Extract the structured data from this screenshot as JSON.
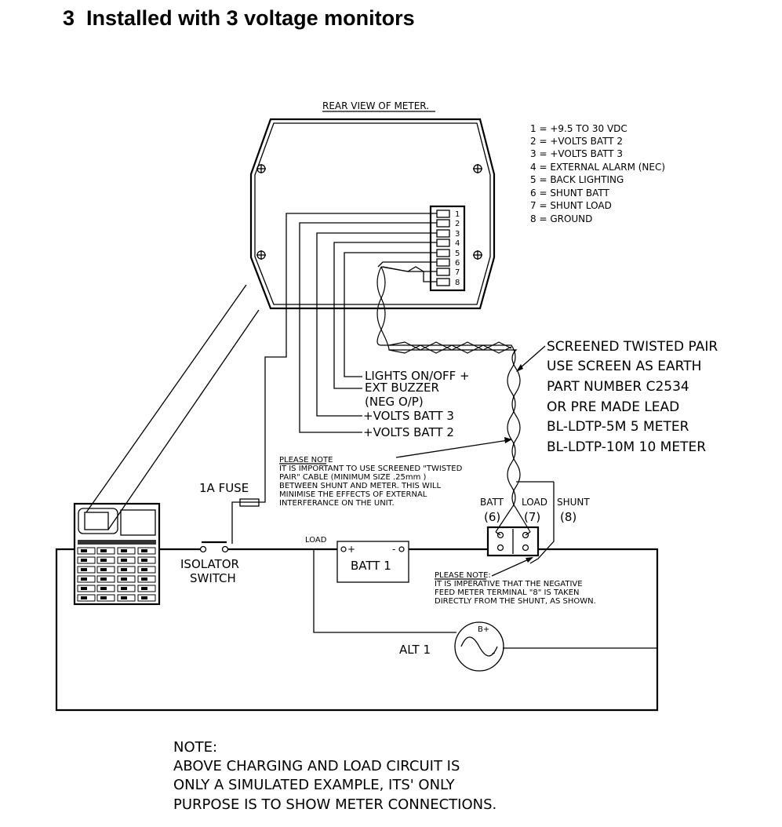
{
  "heading": {
    "number": "3",
    "text": "Installed with 3 voltage monitors"
  },
  "meter": {
    "title": "REAR VIEW OF METER.",
    "terminal_numbers": [
      "1",
      "2",
      "3",
      "4",
      "5",
      "6",
      "7",
      "8"
    ]
  },
  "legend": [
    "1 = +9.5 TO 30 VDC",
    "2 = +VOLTS BATT 2",
    "3 = +VOLTS BATT 3",
    "4 = EXTERNAL ALARM (NEC)",
    "5 = BACK LIGHTING",
    "6 = SHUNT BATT",
    "7 = SHUNT LOAD",
    "8 = GROUND"
  ],
  "wire_labels": {
    "lights": "LIGHTS ON/OFF +",
    "buzzer_1": "EXT BUZZER",
    "buzzer_2": "(NEG O/P)",
    "batt3": "+VOLTS BATT 3",
    "batt2": "+VOLTS BATT 2"
  },
  "twisted_pair_note": [
    "SCREENED TWISTED PAIR",
    "USE SCREEN AS EARTH",
    "PART NUMBER C2534",
    "OR PRE MADE LEAD",
    "BL-LDTP-5M 5 METER",
    "BL-LDTP-10M 10 METER"
  ],
  "please_note_1": [
    "PLEASE NOTE",
    "IT IS IMPORTANT TO USE SCREENED \"TWISTED",
    "PAIR\" CABLE (MINIMUM SIZE .25mm )",
    "BETWEEN SHUNT AND METER. THIS WILL",
    "MINIMISE THE EFFECTS OF EXTERNAL",
    "INTERFERANCE ON THE UNIT."
  ],
  "fuse_label": "1A FUSE",
  "isolator_label": [
    "ISOLATOR",
    "SWITCH"
  ],
  "load_label": "LOAD",
  "battery": {
    "label": "BATT 1",
    "pos": "+",
    "neg": "-"
  },
  "shunt_labels": {
    "batt": "BATT",
    "batt_num": "(6)",
    "load": "LOAD",
    "load_num": "(7)",
    "shunt": "SHUNT",
    "shunt_num": "(8)"
  },
  "please_note_2": [
    "PLEASE NOTE:",
    "IT IS IMPERATIVE THAT THE NEGATIVE",
    "FEED METER TERMINAL \"8\" IS TAKEN",
    "DIRECTLY FROM THE SHUNT, AS SHOWN."
  ],
  "alternator": {
    "label": "ALT 1",
    "bplus": "B+",
    "minus": "-"
  },
  "bottom_note": [
    "NOTE:",
    "ABOVE CHARGING AND LOAD CIRCUIT IS",
    "ONLY A SIMULATED EXAMPLE, ITS' ONLY",
    "PURPOSE IS TO SHOW METER CONNECTIONS."
  ]
}
